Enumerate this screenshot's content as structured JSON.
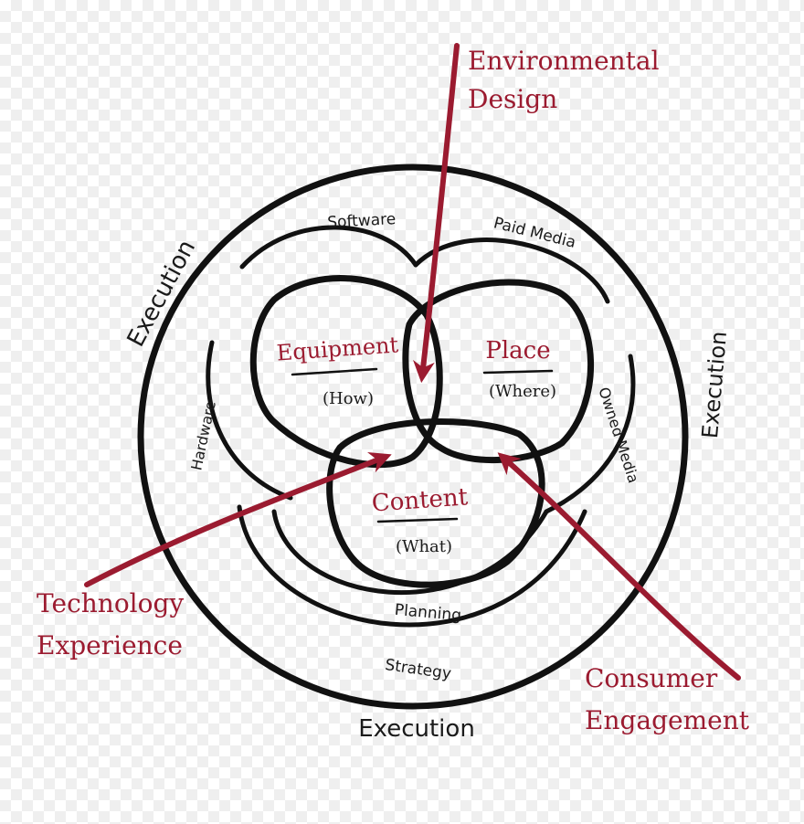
{
  "colors": {
    "ink": "#111111",
    "accent": "#9b1b30"
  },
  "core": {
    "equipment": {
      "title": "Equipment",
      "subtitle": "(How)"
    },
    "place": {
      "title": "Place",
      "subtitle": "(Where)"
    },
    "content": {
      "title": "Content",
      "subtitle": "(What)"
    }
  },
  "rings": {
    "software": "Software",
    "paid_media": "Paid Media",
    "hardware": "Hardware",
    "owned_media": "Owned Media",
    "planning": "Planning",
    "strategy": "Strategy"
  },
  "execution": {
    "left": "Execution",
    "right": "Execution",
    "bottom": "Execution"
  },
  "callouts": {
    "environmental_design": {
      "line1": "Environmental",
      "line2": "Design"
    },
    "technology_experience": {
      "line1": "Technology",
      "line2": "Experience"
    },
    "consumer_engagement": {
      "line1": "Consumer",
      "line2": "Engagement"
    }
  }
}
